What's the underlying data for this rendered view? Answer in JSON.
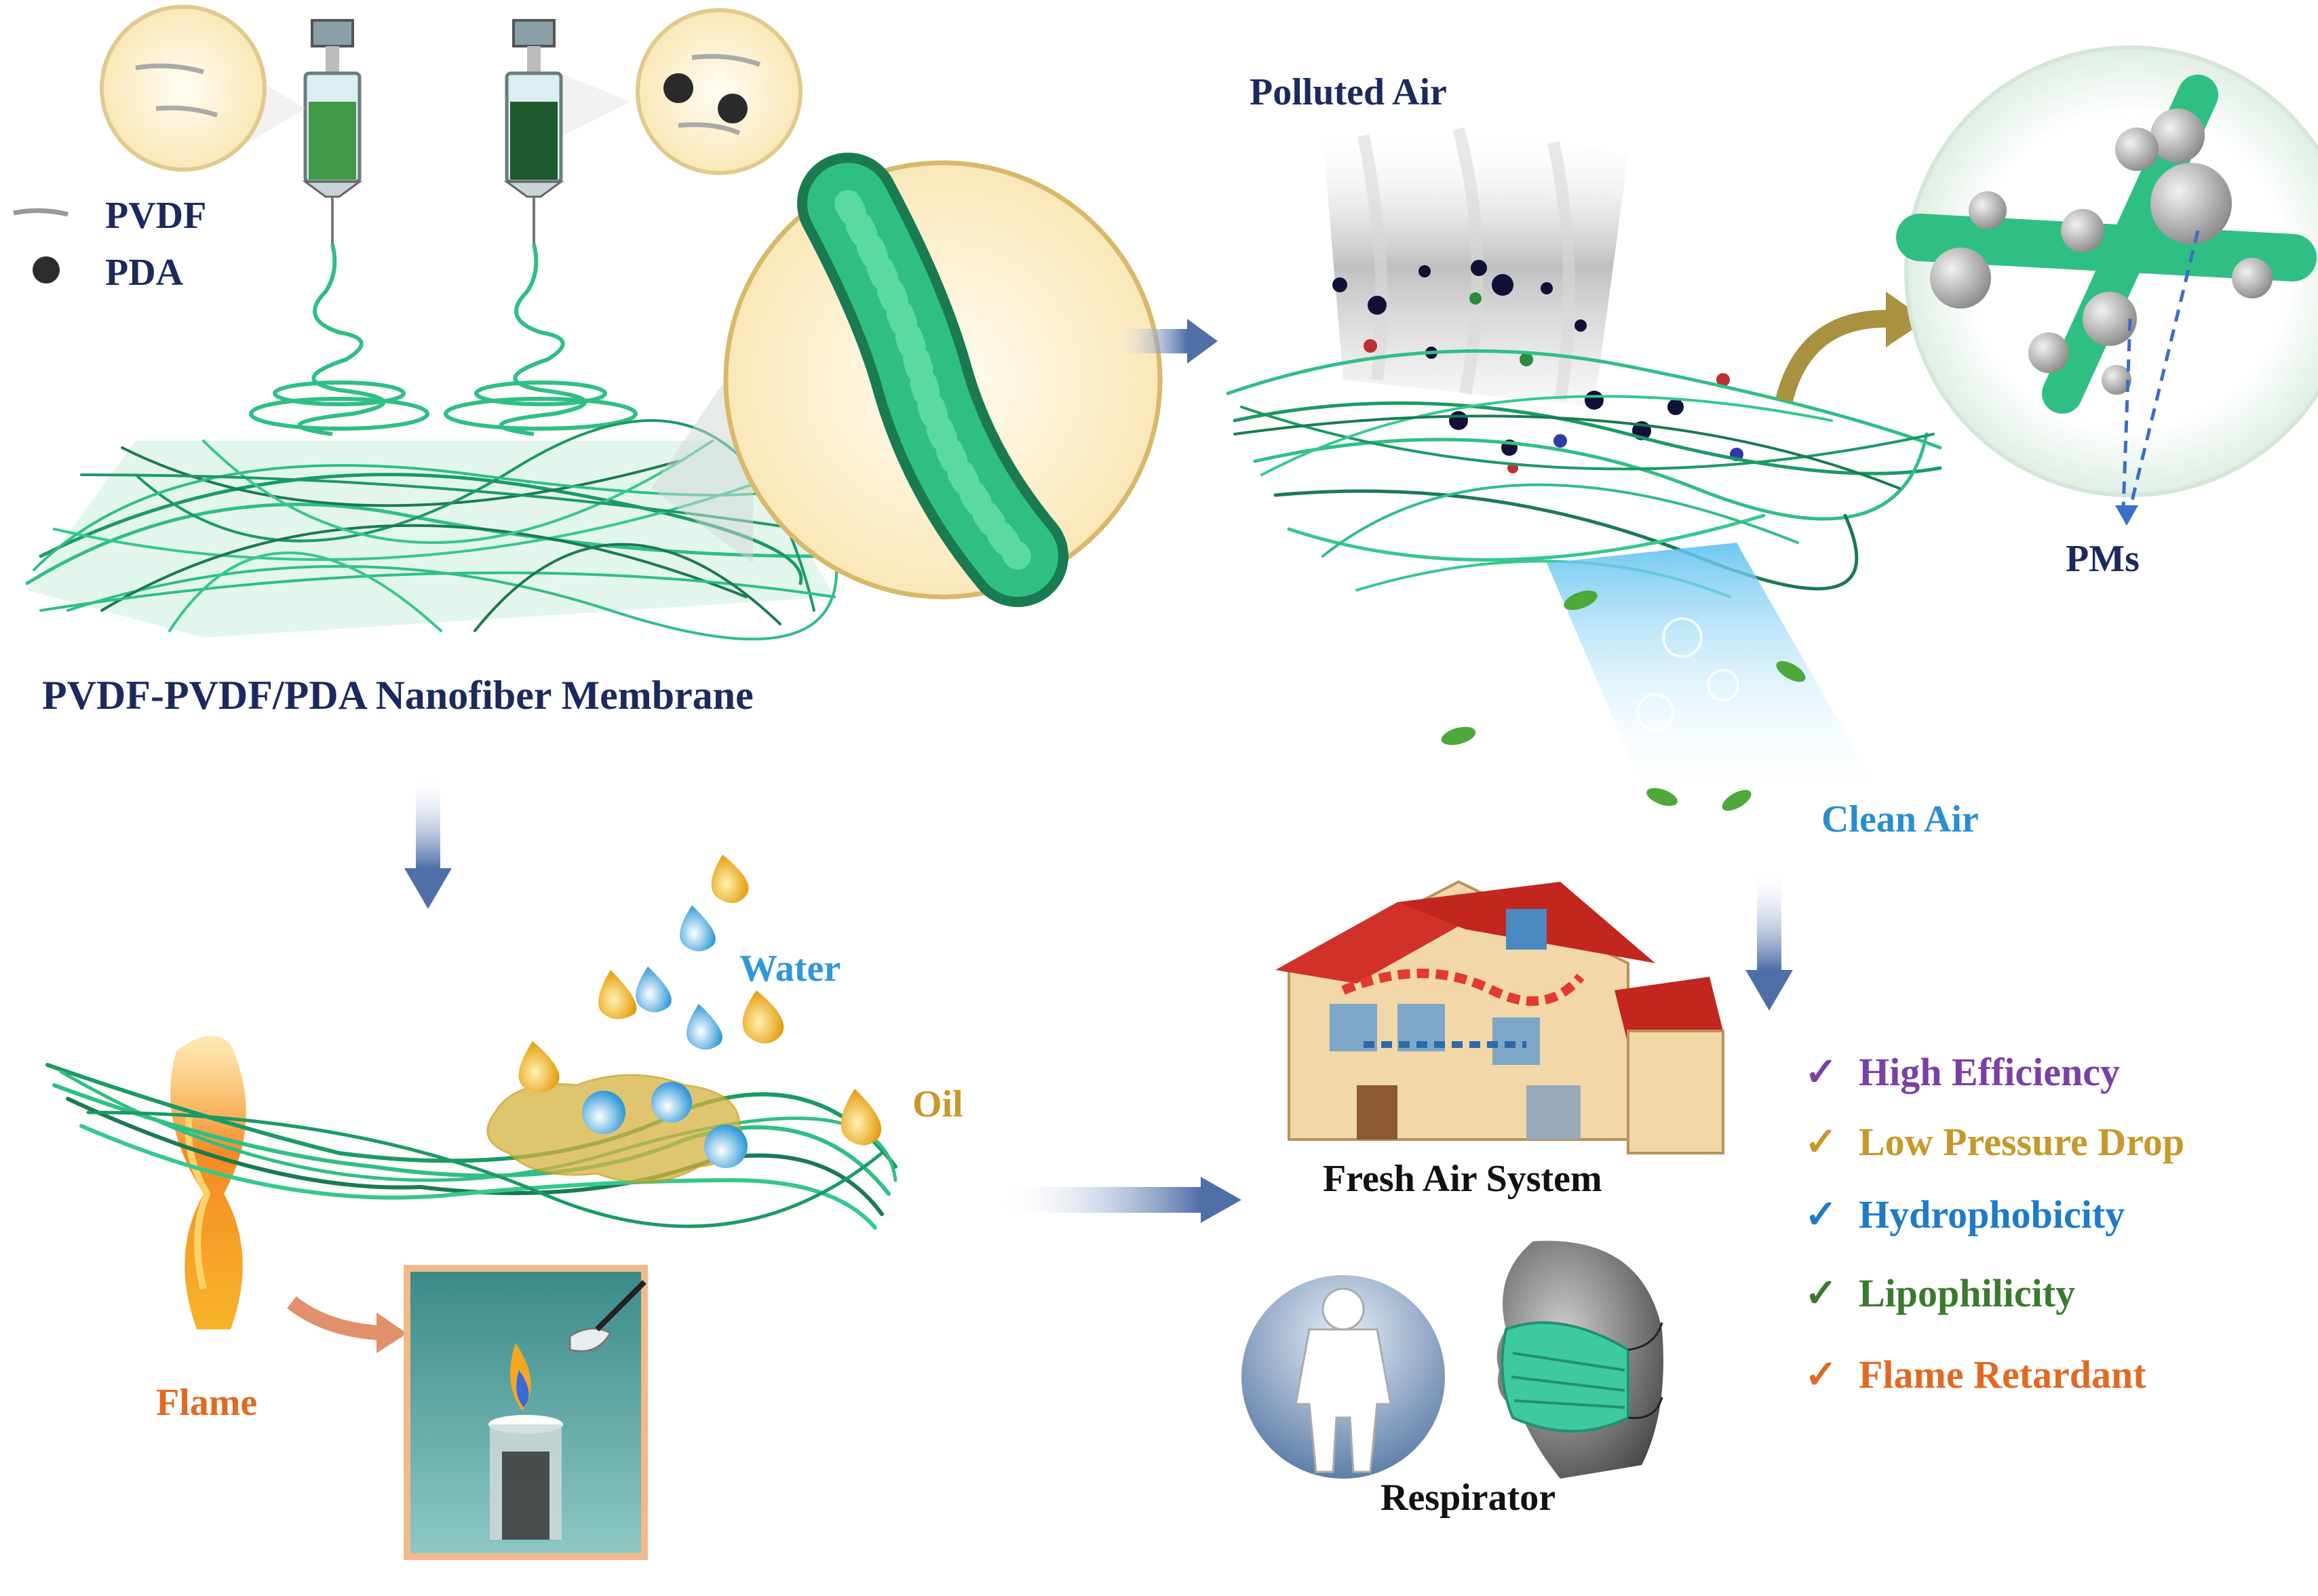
{
  "legend": {
    "fiber_label": "PVDF",
    "particle_label": "PDA"
  },
  "membrane_label": "PVDF-PVDF/PDA  Nanofiber Membrane",
  "air": {
    "polluted_label": "Polluted Air",
    "clean_label": "Clean Air",
    "pm_label": "PMs"
  },
  "wettability": {
    "water_label": "Water",
    "oil_label": "Oil"
  },
  "flame_label": "Flame",
  "applications": {
    "fresh_air_label": "Fresh Air System",
    "respirator_label": "Respirator"
  },
  "features": [
    {
      "check": "✓",
      "label": "High Efficiency",
      "color": "#7b3fa6"
    },
    {
      "check": "✓",
      "label": "Low Pressure Drop",
      "color": "#c8982a"
    },
    {
      "check": "✓",
      "label": "Hydrophobicity",
      "color": "#1e7bc8"
    },
    {
      "check": "✓",
      "label": "Lipophilicity",
      "color": "#3a7a2e"
    },
    {
      "check": "✓",
      "label": "Flame Retardant",
      "color": "#e06a22"
    }
  ],
  "colors": {
    "fiber": "#2fbf84",
    "fiber_dark": "#1a7a52",
    "navy_text": "#1b2a5e",
    "water": "#3aa6e0",
    "oil": "#e8a412",
    "flame": "#f07a1c",
    "arrow": "#5b78ad"
  }
}
